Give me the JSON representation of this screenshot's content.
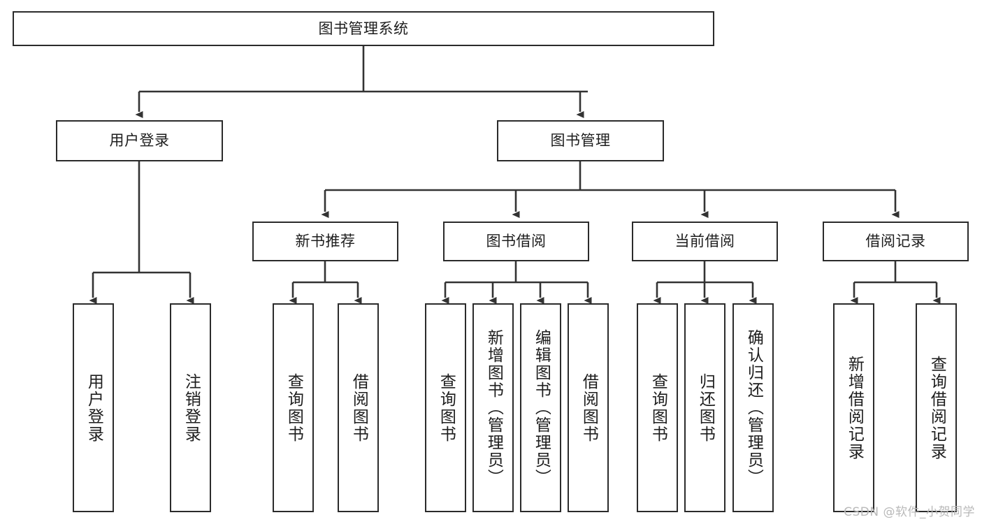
{
  "diagram": {
    "title": "图书管理系统",
    "type": "tree-hierarchy-chart",
    "root": {
      "id": "root",
      "label": "图书管理系统"
    },
    "level2": [
      {
        "id": "user-login",
        "label": "用户登录"
      },
      {
        "id": "book-manage",
        "label": "图书管理"
      }
    ],
    "level3": [
      {
        "id": "new-book-recommend",
        "label": "新书推荐",
        "parent": "book-manage"
      },
      {
        "id": "book-borrow",
        "label": "图书借阅",
        "parent": "book-manage"
      },
      {
        "id": "current-borrow",
        "label": "当前借阅",
        "parent": "book-manage"
      },
      {
        "id": "borrow-record",
        "label": "借阅记录",
        "parent": "book-manage"
      }
    ],
    "leaves": [
      {
        "id": "leaf-user-login",
        "label": "用户登录",
        "parent": "user-login"
      },
      {
        "id": "leaf-logout-login",
        "label": "注销登录",
        "parent": "user-login"
      },
      {
        "id": "leaf-query-book-1",
        "label": "查询图书",
        "parent": "new-book-recommend"
      },
      {
        "id": "leaf-borrow-book-1",
        "label": "借阅图书",
        "parent": "new-book-recommend"
      },
      {
        "id": "leaf-query-book-2",
        "label": "查询图书",
        "parent": "book-borrow"
      },
      {
        "id": "leaf-add-book",
        "label": "新增图书（管理员）",
        "parent": "book-borrow"
      },
      {
        "id": "leaf-edit-book",
        "label": "编辑图书（管理员）",
        "parent": "book-borrow"
      },
      {
        "id": "leaf-borrow-book-2",
        "label": "借阅图书",
        "parent": "book-borrow"
      },
      {
        "id": "leaf-query-book-3",
        "label": "查询图书",
        "parent": "current-borrow"
      },
      {
        "id": "leaf-return-book",
        "label": "归还图书",
        "parent": "current-borrow"
      },
      {
        "id": "leaf-confirm-return",
        "label": "确认归还（管理员）",
        "parent": "current-borrow"
      },
      {
        "id": "leaf-add-record",
        "label": "新增借阅记录",
        "parent": "borrow-record"
      },
      {
        "id": "leaf-query-record",
        "label": "查询借阅记录",
        "parent": "borrow-record"
      }
    ],
    "colors": {
      "border": "#2b2b2b",
      "background": "#ffffff",
      "text": "#1d1d1d",
      "edge": "#333333",
      "watermark": "#b9b9b9"
    }
  },
  "watermark": {
    "text": "CSDN @软件_小贺同学"
  }
}
